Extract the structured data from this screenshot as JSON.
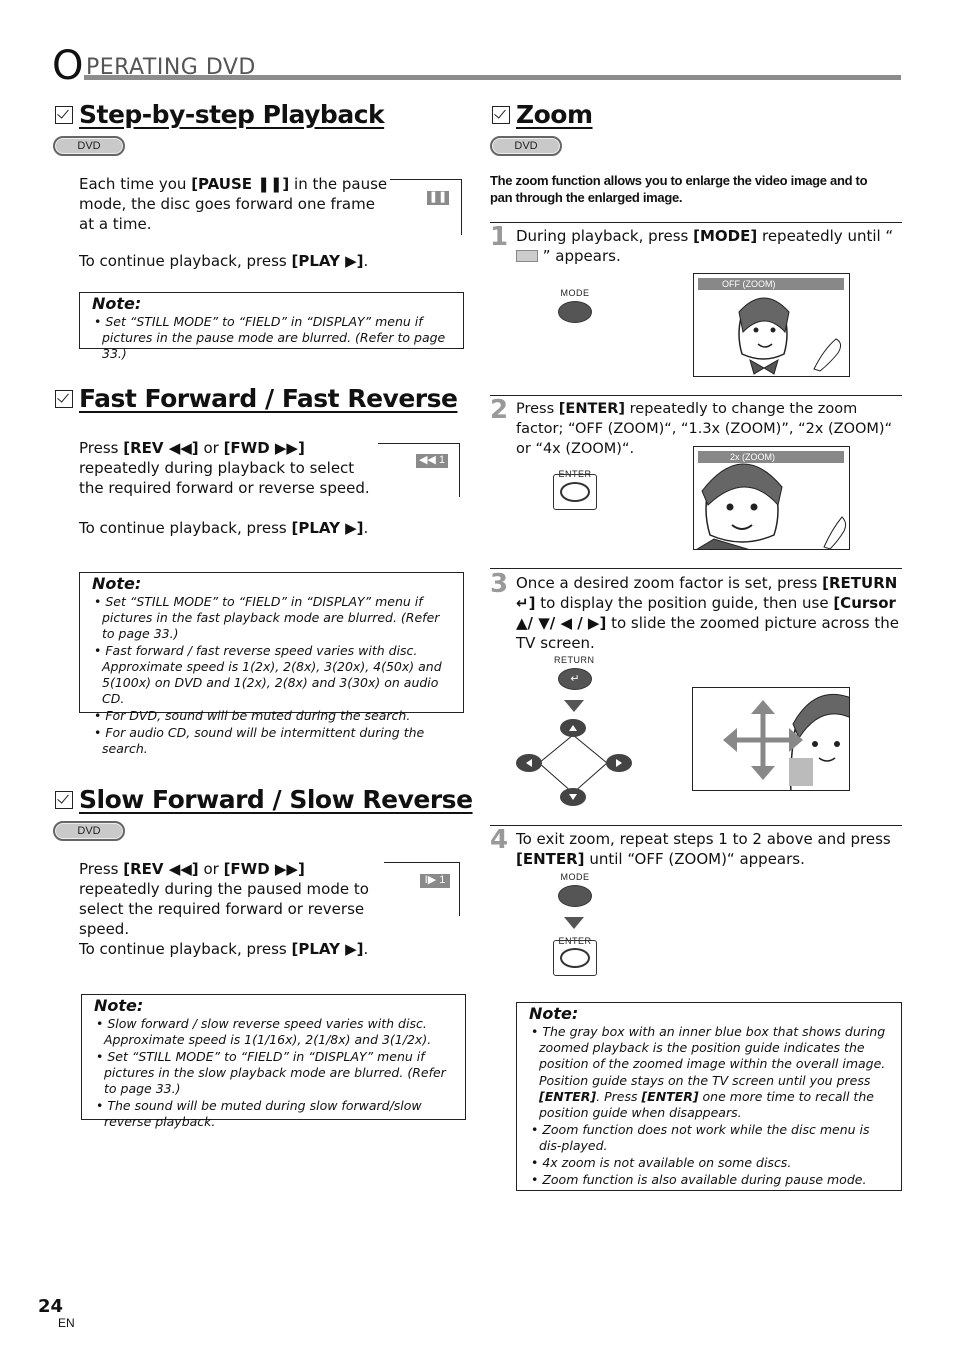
{
  "header": {
    "big_letter": "O",
    "rest": "PERATING  DVD"
  },
  "page": {
    "number": "24",
    "lang": "EN"
  },
  "dvd_badge": "DVD",
  "step_by_step": {
    "title": "Step-by-step Playback",
    "para1_a": "Each time you ",
    "para1_key": "[PAUSE ❚❚]",
    "para1_b": " in the pause mode, the disc goes forward one frame at a time.",
    "para2_a": "To continue playback, press ",
    "para2_key": "[PLAY ▶]",
    "para2_b": ".",
    "osd": "❚❚",
    "note_title": "Note:",
    "notes": [
      "• Set “STILL MODE” to “FIELD” in “DISPLAY” menu if pictures in the pause mode are blurred. (Refer to page 33.)"
    ]
  },
  "fast": {
    "title": "Fast Forward / Fast Reverse",
    "para1_a": "Press ",
    "para1_key1": "[REV ◀◀]",
    "para1_or": " or ",
    "para1_key2": "[FWD ▶▶]",
    "para1_b": " repeatedly during playback to select the required forward or reverse speed.",
    "para2_a": "To continue playback, press ",
    "para2_key": "[PLAY ▶]",
    "para2_b": ".",
    "osd": "◀◀ 1",
    "note_title": "Note:",
    "notes": [
      "• Set “STILL MODE” to “FIELD” in “DISPLAY” menu if pictures in the fast playback mode are blurred. (Refer to page 33.)",
      "• Fast forward / fast reverse speed varies with disc. Approximate speed is 1(2x), 2(8x), 3(20x), 4(50x) and 5(100x) on DVD and 1(2x), 2(8x) and 3(30x) on audio CD.",
      "• For DVD, sound will be muted during the search.",
      "• For audio CD, sound will be intermittent during the search."
    ]
  },
  "slow": {
    "title": "Slow Forward / Slow Reverse",
    "para1_a": "Press ",
    "para1_key1": "[REV ◀◀]",
    "para1_or": " or ",
    "para1_key2": "[FWD ▶▶]",
    "para1_b": " repeatedly during the paused mode to select the required forward or reverse speed.",
    "para2_a": "To continue playback, press ",
    "para2_key": "[PLAY ▶]",
    "para2_b": ".",
    "osd": "I▶ 1",
    "note_title": "Note:",
    "notes": [
      "• Slow forward / slow reverse speed varies with disc. Approximate speed is 1(1/16x), 2(1/8x) and 3(1/2x).",
      "• Set “STILL MODE”  to “FIELD” in “DISPLAY” menu if pictures in the slow playback mode are blurred. (Refer to page 33.)",
      "• The sound will be muted during slow forward/slow reverse playback."
    ]
  },
  "zoom": {
    "title": "Zoom",
    "intro": "The zoom function allows you to enlarge the video image and to pan through the enlarged image.",
    "step1_num": "1",
    "step1_a": "During playback, press ",
    "step1_key": "[MODE]",
    "step1_b": " repeatedly until “",
    "step1_c": " ” appears.",
    "step2_num": "2",
    "step2_a": "Press ",
    "step2_key": "[ENTER]",
    "step2_b": " repeatedly to change the zoom factor; “OFF (ZOOM)“, “1.3x (ZOOM)”, “2x (ZOOM)“ or “4x (ZOOM)“.",
    "step3_num": "3",
    "step3_a": "Once a desired zoom factor is set, press ",
    "step3_key1": "[RETURN ↵]",
    "step3_b": " to display the position guide, then use ",
    "step3_key2": "[Cursor ▲/ ▼/ ◀ / ▶]",
    "step3_c": " to slide the zoomed picture across the TV screen.",
    "step4_num": "4",
    "step4_a": "To exit zoom, repeat steps 1 to 2 above and press ",
    "step4_key": "[ENTER]",
    "step4_b": " until “OFF (ZOOM)“ appears.",
    "mode_label": "MODE",
    "enter_label": "ENTER",
    "return_label": "RETURN",
    "osd_off": "OFF  (ZOOM)",
    "osd_2x": "2x  (ZOOM)",
    "note_title": "Note:",
    "notes": [
      "• The gray box with an inner blue box that shows during zoomed playback is the position guide indicates the position of the zoomed image within the overall image.",
      "• Zoom function does not work while the disc menu is dis-played.",
      "• 4x zoom is not available on some discs.",
      "• Zoom function is also available during pause mode."
    ],
    "note1_extra_a": "Position guide stays on the TV screen until you press ",
    "note1_extra_key1": "[ENTER]",
    "note1_extra_b": ". Press ",
    "note1_extra_key2": "[ENTER]",
    "note1_extra_c": " one more time to recall the position guide when disappears."
  },
  "icons": [
    "checkbox-icon",
    "pause-icon",
    "mode-button-icon",
    "enter-button-icon",
    "return-button-icon",
    "cursor-icon",
    "move-arrows-icon"
  ]
}
